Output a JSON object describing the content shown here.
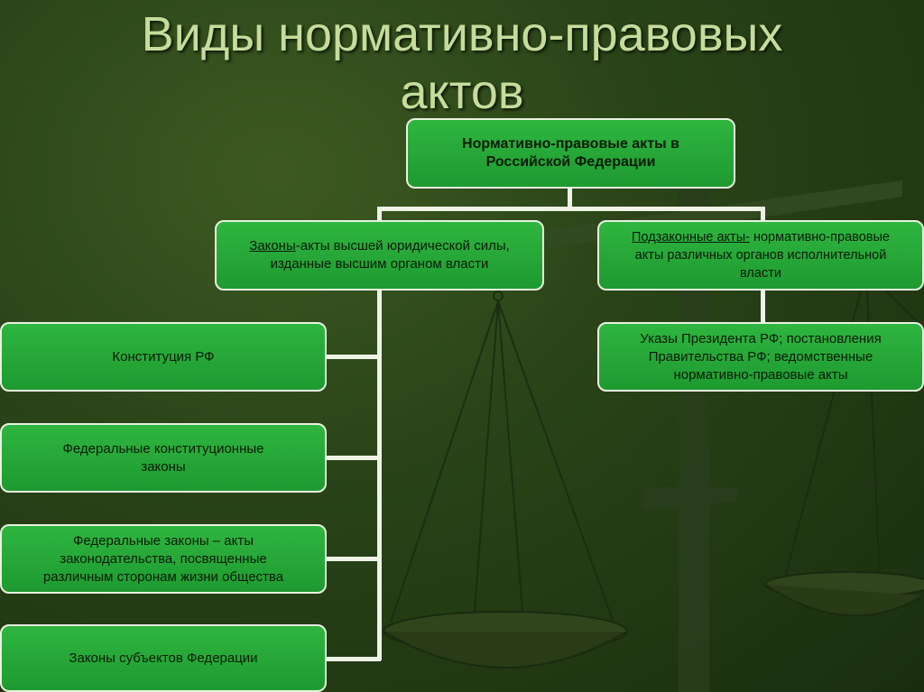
{
  "title": {
    "line1": "Виды нормативно-правовых",
    "line2": "актов"
  },
  "colors": {
    "box_fill": "#1fa533",
    "box_border": "#e8f2e0",
    "title_text": "#c6dc9c",
    "background": "#2a4418"
  },
  "diagram": {
    "root": {
      "text_line1": "Нормативно-правовые акты в",
      "text_line2": "Российской Федерации"
    },
    "laws": {
      "term": "Законы",
      "rest_line1": "-акты высшей юридической силы,",
      "line2": "изданные высшим органом власти"
    },
    "bylaws": {
      "term": "Подзаконные акты-",
      "rest_line1": " нормативно-правовые",
      "line2": "акты различных органов исполнительной",
      "line3": "власти"
    },
    "bylaws_child": {
      "line1": "Указы Президента РФ; постановления",
      "line2": "Правительства РФ; ведомственные",
      "line3": "нормативно-правовые акты"
    },
    "laws_children": [
      {
        "line1": "Конституция РФ"
      },
      {
        "line1": "Федеральные конституционные",
        "line2": "законы"
      },
      {
        "line1": "Федеральные законы – акты",
        "line2": "законодательства, посвященные",
        "line3": "различным сторонам жизни общества"
      },
      {
        "line1": "Законы субъектов Федерации"
      }
    ]
  }
}
